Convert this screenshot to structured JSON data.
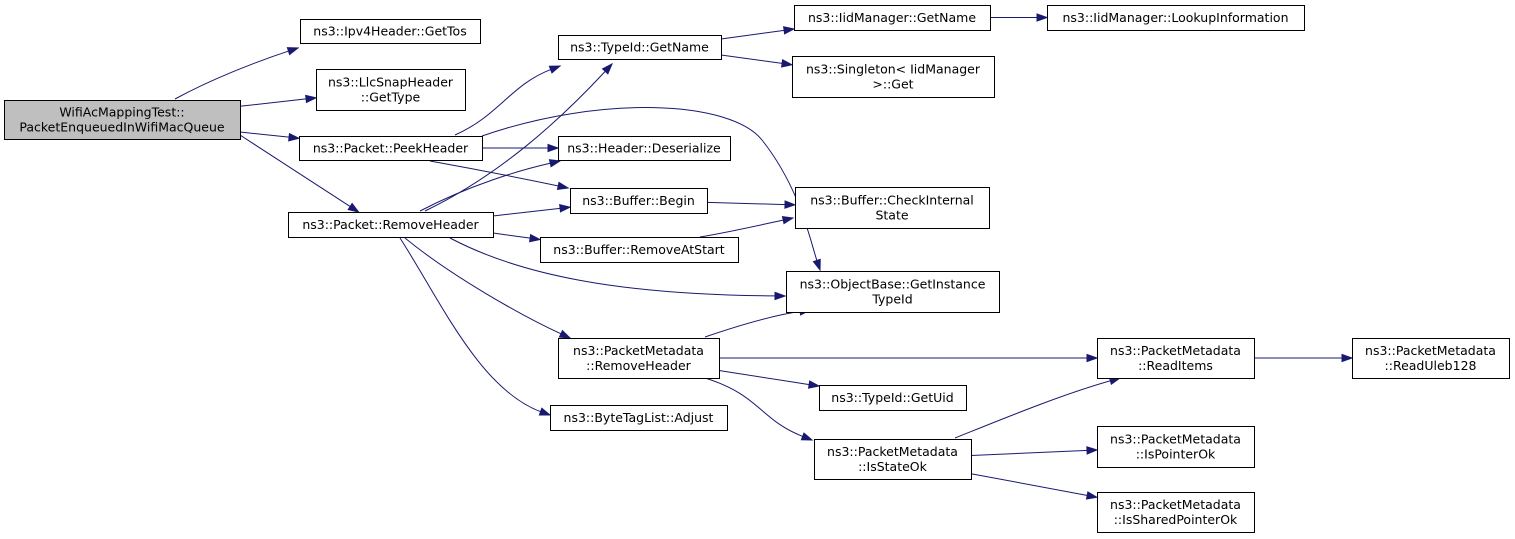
{
  "diagram": {
    "type": "call-graph",
    "colors": {
      "edge": "#191970",
      "root_fill": "#bfbfbf",
      "node_fill": "#ffffff",
      "border": "#000000"
    },
    "nodes": [
      {
        "id": "root",
        "lines": [
          "WifiAcMappingTest::",
          "PacketEnqueuedInWifiMacQueue"
        ],
        "root": true
      },
      {
        "id": "ipv4_gettos",
        "lines": [
          "ns3::Ipv4Header::GetTos"
        ]
      },
      {
        "id": "llc_gettype",
        "lines": [
          "ns3::LlcSnapHeader",
          "::GetType"
        ]
      },
      {
        "id": "packet_peek",
        "lines": [
          "ns3::Packet::PeekHeader"
        ]
      },
      {
        "id": "packet_remove",
        "lines": [
          "ns3::Packet::RemoveHeader"
        ]
      },
      {
        "id": "typeid_getname",
        "lines": [
          "ns3::TypeId::GetName"
        ]
      },
      {
        "id": "header_deser",
        "lines": [
          "ns3::Header::Deserialize"
        ]
      },
      {
        "id": "buffer_begin",
        "lines": [
          "ns3::Buffer::Begin"
        ]
      },
      {
        "id": "buffer_removeatstart",
        "lines": [
          "ns3::Buffer::RemoveAtStart"
        ]
      },
      {
        "id": "pm_removeheader",
        "lines": [
          "ns3::PacketMetadata",
          "::RemoveHeader"
        ]
      },
      {
        "id": "bytetag_adjust",
        "lines": [
          "ns3::ByteTagList::Adjust"
        ]
      },
      {
        "id": "iid_getname",
        "lines": [
          "ns3::IidManager::GetName"
        ]
      },
      {
        "id": "singleton_get",
        "lines": [
          "ns3::Singleton< IidManager",
          ">::Get"
        ]
      },
      {
        "id": "buffer_checkinternal",
        "lines": [
          "ns3::Buffer::CheckInternal",
          "State"
        ]
      },
      {
        "id": "objbase_getinst",
        "lines": [
          "ns3::ObjectBase::GetInstance",
          "TypeId"
        ]
      },
      {
        "id": "typeid_getuid",
        "lines": [
          "ns3::TypeId::GetUid"
        ]
      },
      {
        "id": "pm_isstateok",
        "lines": [
          "ns3::PacketMetadata",
          "::IsStateOk"
        ]
      },
      {
        "id": "iid_lookup",
        "lines": [
          "ns3::IidManager::LookupInformation"
        ]
      },
      {
        "id": "pm_readitems",
        "lines": [
          "ns3::PacketMetadata",
          "::ReadItems"
        ]
      },
      {
        "id": "pm_ispointerok",
        "lines": [
          "ns3::PacketMetadata",
          "::IsPointerOk"
        ]
      },
      {
        "id": "pm_issharedpointerok",
        "lines": [
          "ns3::PacketMetadata",
          "::IsSharedPointerOk"
        ]
      },
      {
        "id": "pm_readuleb",
        "lines": [
          "ns3::PacketMetadata",
          "::ReadUleb128"
        ]
      }
    ],
    "edges": [
      {
        "from": "root",
        "to": "ipv4_gettos"
      },
      {
        "from": "root",
        "to": "llc_gettype"
      },
      {
        "from": "root",
        "to": "packet_peek"
      },
      {
        "from": "root",
        "to": "packet_remove"
      },
      {
        "from": "packet_peek",
        "to": "typeid_getname"
      },
      {
        "from": "packet_peek",
        "to": "header_deser"
      },
      {
        "from": "packet_peek",
        "to": "buffer_begin"
      },
      {
        "from": "packet_peek",
        "to": "objbase_getinst"
      },
      {
        "from": "packet_remove",
        "to": "typeid_getname"
      },
      {
        "from": "packet_remove",
        "to": "header_deser"
      },
      {
        "from": "packet_remove",
        "to": "buffer_begin"
      },
      {
        "from": "packet_remove",
        "to": "buffer_removeatstart"
      },
      {
        "from": "packet_remove",
        "to": "objbase_getinst"
      },
      {
        "from": "packet_remove",
        "to": "pm_removeheader"
      },
      {
        "from": "packet_remove",
        "to": "bytetag_adjust"
      },
      {
        "from": "typeid_getname",
        "to": "iid_getname"
      },
      {
        "from": "typeid_getname",
        "to": "singleton_get"
      },
      {
        "from": "iid_getname",
        "to": "iid_lookup"
      },
      {
        "from": "buffer_begin",
        "to": "buffer_checkinternal"
      },
      {
        "from": "buffer_removeatstart",
        "to": "buffer_checkinternal"
      },
      {
        "from": "pm_removeheader",
        "to": "objbase_getinst"
      },
      {
        "from": "pm_removeheader",
        "to": "pm_readitems"
      },
      {
        "from": "pm_removeheader",
        "to": "typeid_getuid"
      },
      {
        "from": "pm_removeheader",
        "to": "pm_isstateok"
      },
      {
        "from": "pm_isstateok",
        "to": "pm_readitems"
      },
      {
        "from": "pm_isstateok",
        "to": "pm_ispointerok"
      },
      {
        "from": "pm_isstateok",
        "to": "pm_issharedpointerok"
      },
      {
        "from": "pm_readitems",
        "to": "pm_readuleb"
      }
    ]
  }
}
